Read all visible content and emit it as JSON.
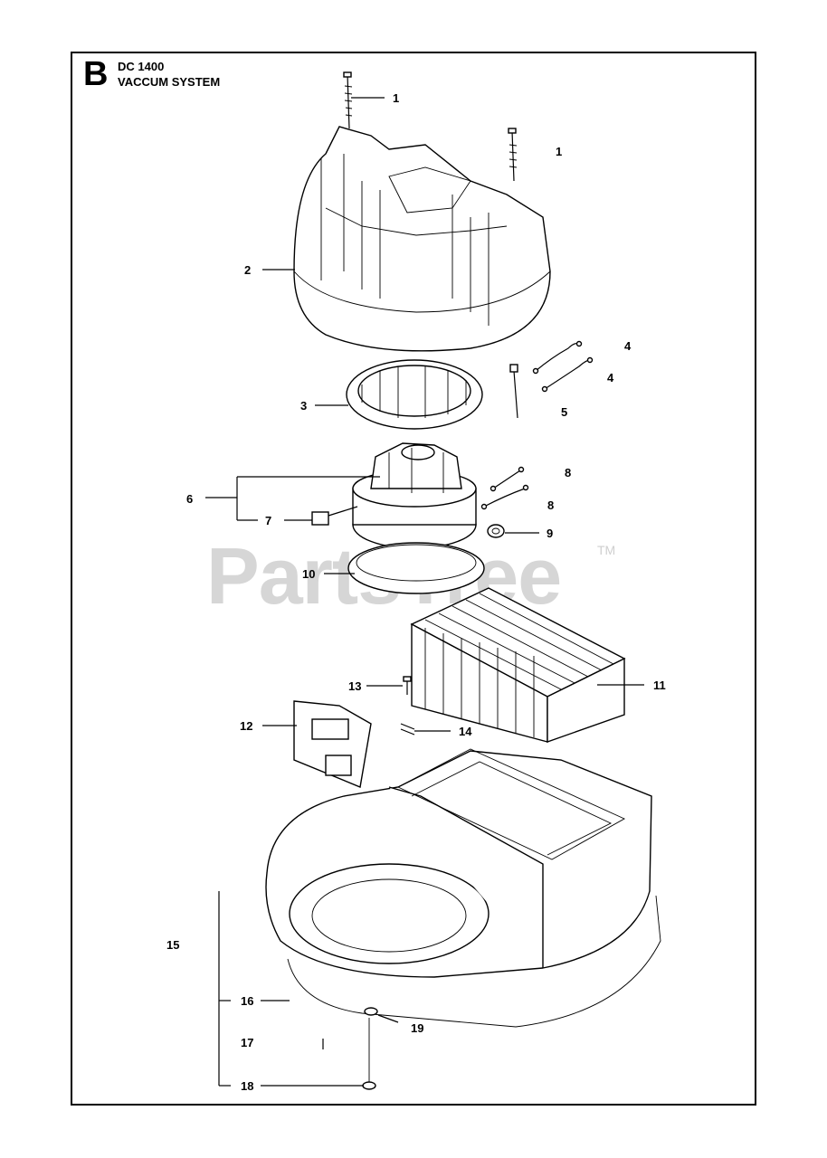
{
  "header": {
    "section_letter": "B",
    "model": "DC 1400",
    "system": "VACCUM SYSTEM"
  },
  "watermark": {
    "text": "PartsTree",
    "tm": "TM"
  },
  "callouts": [
    {
      "id": "c1a",
      "label": "1"
    },
    {
      "id": "c1b",
      "label": "1"
    },
    {
      "id": "c2",
      "label": "2"
    },
    {
      "id": "c3",
      "label": "3"
    },
    {
      "id": "c4a",
      "label": "4"
    },
    {
      "id": "c4b",
      "label": "4"
    },
    {
      "id": "c5",
      "label": "5"
    },
    {
      "id": "c6",
      "label": "6"
    },
    {
      "id": "c7",
      "label": "7"
    },
    {
      "id": "c8a",
      "label": "8"
    },
    {
      "id": "c8b",
      "label": "8"
    },
    {
      "id": "c9",
      "label": "9"
    },
    {
      "id": "c10",
      "label": "10"
    },
    {
      "id": "c11",
      "label": "11"
    },
    {
      "id": "c12",
      "label": "12"
    },
    {
      "id": "c13",
      "label": "13"
    },
    {
      "id": "c14",
      "label": "14"
    },
    {
      "id": "c15",
      "label": "15"
    },
    {
      "id": "c16",
      "label": "16"
    },
    {
      "id": "c17",
      "label": "17"
    },
    {
      "id": "c18",
      "label": "18"
    },
    {
      "id": "c19",
      "label": "19"
    }
  ]
}
